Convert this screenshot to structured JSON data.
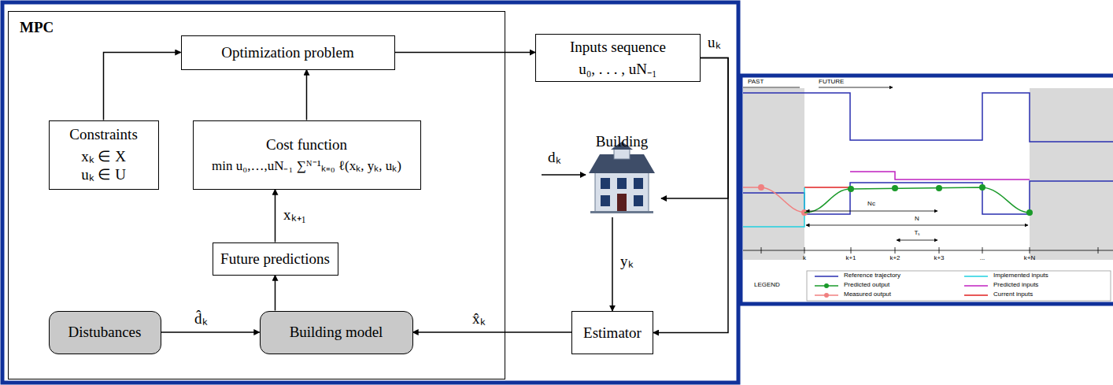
{
  "diagram": {
    "nodes": [
      {
        "text": [
          "MPC"
        ]
      },
      {
        "text": [
          "Optimization problem"
        ],
        "in": 0
      },
      {
        "text": [
          "Constraints",
          "xₖ ∈ X uₖ ∈ U"
        ],
        "in": 0
      },
      {
        "text": [
          "Cost function",
          "min u₀,…,uN₋₁ ∑ᴺ⁻¹ₖ₌₀ ℓ(xₖ, yₖ, uₖ)"
        ],
        "in": 0
      },
      {
        "text": [
          "Future predictions"
        ],
        "in": 0
      },
      {
        "text": [
          "Distubances"
        ],
        "in": 0
      },
      {
        "text": [
          "Building model"
        ],
        "in": 0
      },
      {
        "text": [
          "Inputs sequence",
          "u₀, . . . , uN₋₁"
        ]
      },
      {
        "text": [
          "Building"
        ]
      },
      {
        "text": [
          "Estimator"
        ]
      }
    ],
    "edges": [
      {
        "from": 2,
        "to": 1,
        "arrow": "to"
      },
      {
        "from": 3,
        "to": 1,
        "arrow": "to"
      },
      {
        "from": 4,
        "to": 3,
        "label": "xₖ₊₁",
        "arrow": "to"
      },
      {
        "from": 6,
        "to": 4,
        "arrow": "to"
      },
      {
        "from": 5,
        "to": 6,
        "label": "d̂ₖ",
        "arrow": "to"
      },
      {
        "from": 9,
        "to": 6,
        "label": "x̂ₖ",
        "arrow": "to"
      },
      {
        "from": 1,
        "to": 7,
        "arrow": "to"
      },
      {
        "from": 7,
        "to": 8,
        "label": "uₖ",
        "arrow": "to"
      },
      {
        "from": 7,
        "to": 9,
        "arrow": "to"
      },
      {
        "from": 8,
        "to": 9,
        "label": "yₖ",
        "arrow": "to"
      }
    ],
    "labels": [
      "dₖ",
      "PAST",
      "FUTURE",
      "k",
      "k+1",
      "k+2",
      "k+3",
      "...",
      "k+N",
      "Nc",
      "N",
      "Tₛ",
      "LEGEND"
    ],
    "legend": [
      {
        "text": "Reference trajectory"
      },
      {
        "text": "Predicted output"
      },
      {
        "text": "Measured output"
      },
      {
        "text": "Implemented inputs"
      },
      {
        "text": "Predicted inputs"
      },
      {
        "text": "Current inputs"
      }
    ]
  }
}
